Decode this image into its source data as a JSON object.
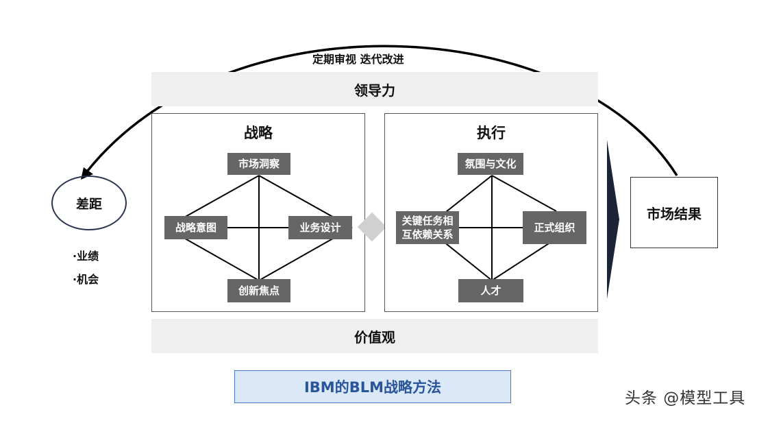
{
  "arc_label": "定期审视 迭代改进",
  "top_band": "领导力",
  "bottom_band": "价值观",
  "strategy": {
    "title": "战略",
    "top": "市场洞察",
    "left": "战略意图",
    "right": "业务设计",
    "bottom": "创新焦点"
  },
  "execution": {
    "title": "执行",
    "top": "氛围与文化",
    "left_line1": "关键任务相",
    "left_line2": "互依赖关系",
    "right": "正式组织",
    "bottom": "人才"
  },
  "gap": {
    "label": "差距",
    "bullets": [
      "·业绩",
      "·机会"
    ]
  },
  "result": "市场结果",
  "caption": "IBM的BLM战略方法",
  "watermark": "头条 @模型工具",
  "colors": {
    "node_fill": "#666666",
    "band_fill": "#efefef",
    "connector_diamond": "#d0d0d0",
    "arrow_dark": "#1c2438",
    "caption_fill": "#dbe8f8",
    "caption_border": "#4a7cc4",
    "caption_text": "#2a5599"
  }
}
